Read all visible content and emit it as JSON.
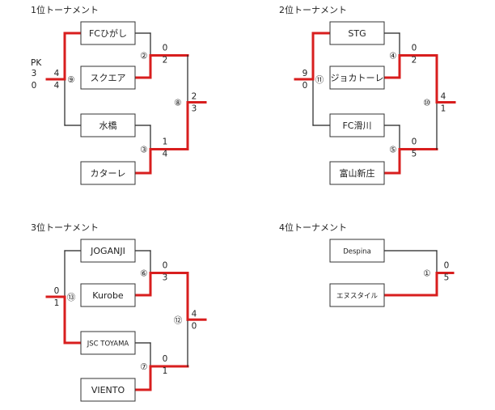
{
  "tournaments": [
    {
      "title": "1位トーナメント",
      "teams": [
        "FCひがし",
        "スクエア",
        "水橋",
        "カターレ"
      ],
      "semis": [
        {
          "match_no": "②",
          "top_score": "0",
          "bottom_score": "2",
          "winner": "bottom"
        },
        {
          "match_no": "③",
          "top_score": "1",
          "bottom_score": "4",
          "winner": "bottom"
        }
      ],
      "final": {
        "match_no": "⑧",
        "top_score": "2",
        "bottom_score": "3",
        "winner": "bottom"
      },
      "consolation": {
        "match_no": "⑨",
        "top_score": "4",
        "bottom_score": "4",
        "winner": "top",
        "pk_label": "PK",
        "pk_top": "3",
        "pk_bottom": "0"
      }
    },
    {
      "title": "2位トーナメント",
      "teams": [
        "STG",
        "ジョカトーレ",
        "FC滑川",
        "富山新庄"
      ],
      "semis": [
        {
          "match_no": "④",
          "top_score": "0",
          "bottom_score": "2",
          "winner": "bottom"
        },
        {
          "match_no": "⑤",
          "top_score": "0",
          "bottom_score": "5",
          "winner": "bottom"
        }
      ],
      "final": {
        "match_no": "⑩",
        "top_score": "4",
        "bottom_score": "1",
        "winner": "top"
      },
      "consolation": {
        "match_no": "⑪",
        "top_score": "9",
        "bottom_score": "0",
        "winner": "top"
      }
    },
    {
      "title": "3位トーナメント",
      "teams": [
        "JOGANJI",
        "Kurobe",
        "JSC TOYAMA",
        "VIENTO"
      ],
      "semis": [
        {
          "match_no": "⑥",
          "top_score": "0",
          "bottom_score": "3",
          "winner": "bottom"
        },
        {
          "match_no": "⑦",
          "top_score": "0",
          "bottom_score": "1",
          "winner": "bottom"
        }
      ],
      "final": {
        "match_no": "⑫",
        "top_score": "4",
        "bottom_score": "0",
        "winner": "top"
      },
      "consolation": {
        "match_no": "⑬",
        "top_score": "0",
        "bottom_score": "1",
        "winner": "bottom"
      }
    },
    {
      "title": "4位トーナメント",
      "teams": [
        "Despina",
        "エヌスタイル"
      ],
      "match": {
        "match_no": "①",
        "top_score": "0",
        "bottom_score": "5",
        "winner": "bottom"
      }
    }
  ],
  "colors": {
    "winner_line": "#d81e1e",
    "loser_line": "#222222",
    "box_border": "#333333"
  }
}
